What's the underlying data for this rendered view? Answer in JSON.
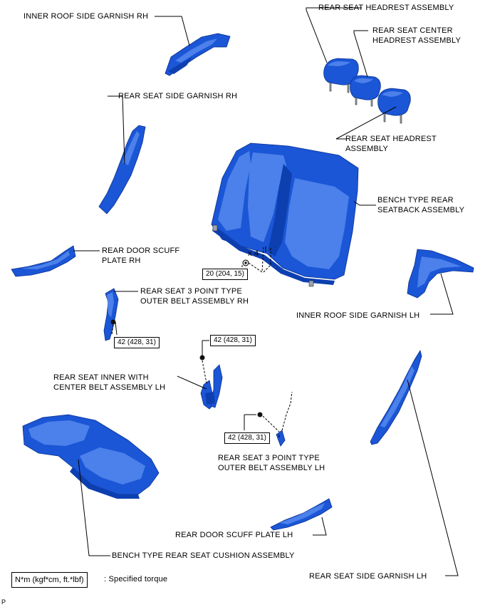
{
  "labels": {
    "inner_roof_rh": "INNER ROOF SIDE GARNISH RH",
    "headrest_top": "REAR SEAT HEADREST ASSEMBLY",
    "center_headrest_1": "REAR SEAT CENTER",
    "center_headrest_2": "HEADREST ASSEMBLY",
    "side_garnish_rh": "REAR SEAT SIDE GARNISH RH",
    "headrest_right_1": "REAR SEAT HEADREST",
    "headrest_right_2": "ASSEMBLY",
    "seatback_1": "BENCH TYPE REAR",
    "seatback_2": "SEATBACK ASSEMBLY",
    "scuff_rh_1": "REAR DOOR SCUFF",
    "scuff_rh_2": "PLATE RH",
    "qty_x4": "x 4",
    "outer_belt_rh_1": "REAR SEAT 3 POINT TYPE",
    "outer_belt_rh_2": "OUTER BELT ASSEMBLY RH",
    "inner_roof_lh": "INNER ROOF SIDE GARNISH LH",
    "inner_center_belt_1": "REAR SEAT INNER WITH",
    "inner_center_belt_2": "CENTER BELT ASSEMBLY LH",
    "outer_belt_lh_1": "REAR SEAT 3 POINT TYPE",
    "outer_belt_lh_2": "OUTER BELT ASSEMBLY LH",
    "scuff_lh": "REAR DOOR SCUFF PLATE LH",
    "cushion": "BENCH TYPE REAR SEAT CUSHION ASSEMBLY",
    "side_garnish_lh": "REAR SEAT SIDE GARNISH LH",
    "page_marker": "P"
  },
  "torques": {
    "seatback_bolt": "20 (204, 15)",
    "belt_rh_bolt": "42 (428, 31)",
    "center_belt_bolt": "42 (428, 31)",
    "belt_lh_bolt": "42 (428, 31)"
  },
  "legend": {
    "unit": "N*m (kgf*cm, ft.*lbf)",
    "meaning": ": Specified torque"
  },
  "colors": {
    "part_fill": "#1a56d6",
    "part_highlight": "#5e8ff0",
    "part_shadow": "#0d3fb0"
  }
}
